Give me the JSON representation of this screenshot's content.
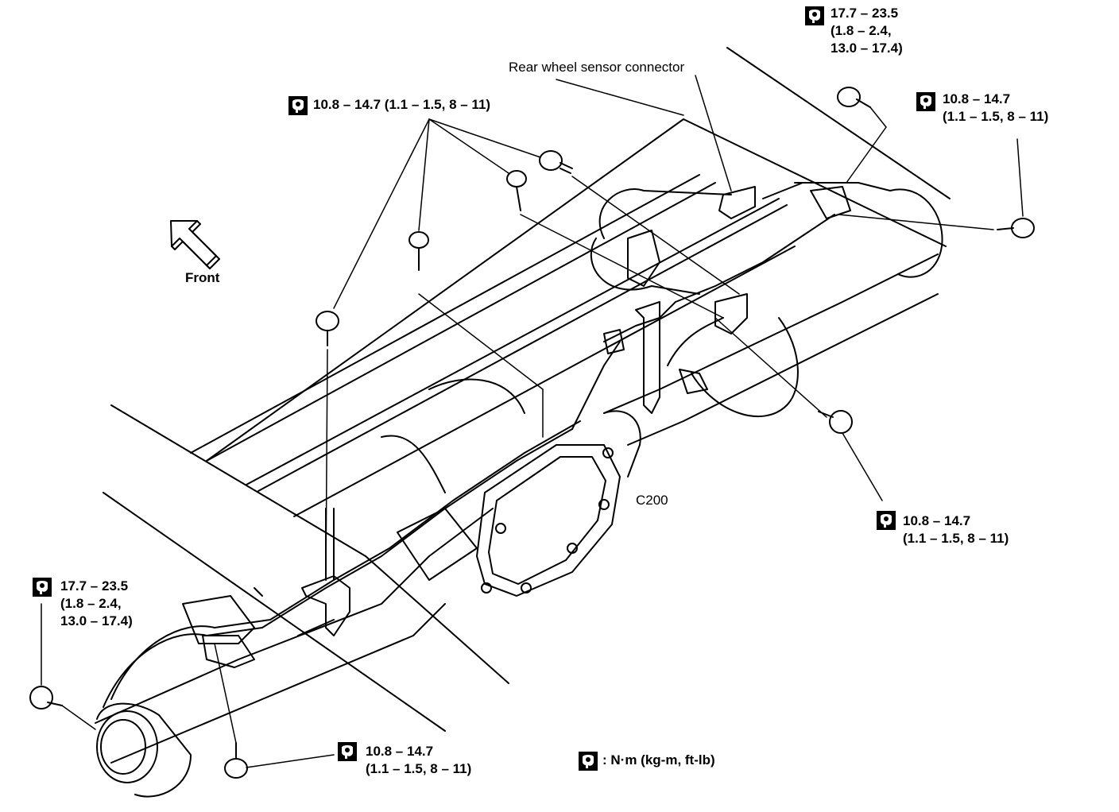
{
  "labels": {
    "front": "Front",
    "sensor_connector": "Rear wheel sensor connector",
    "part_code": "C200",
    "legend": ": N·m (kg-m, ft-lb)"
  },
  "torques": {
    "top_left": "10.8 – 14.7 (1.1 – 1.5, 8 – 11)",
    "top_right_a": [
      "17.7 – 23.5",
      "(1.8 – 2.4,",
      "13.0 – 17.4)"
    ],
    "top_right_b": [
      "10.8 – 14.7",
      "(1.1 – 1.5, 8 – 11)"
    ],
    "right_mid": [
      "10.8 – 14.7",
      "(1.1 – 1.5, 8 – 11)"
    ],
    "left_low": [
      "17.7 – 23.5",
      "(1.8 – 2.4,",
      "13.0 – 17.4)"
    ],
    "bottom_center": [
      "10.8 – 14.7",
      "(1.1 – 1.5, 8 – 11)"
    ]
  },
  "icons": {
    "torque": "torque-wrench-icon",
    "front_arrow": "front-arrow-icon"
  }
}
